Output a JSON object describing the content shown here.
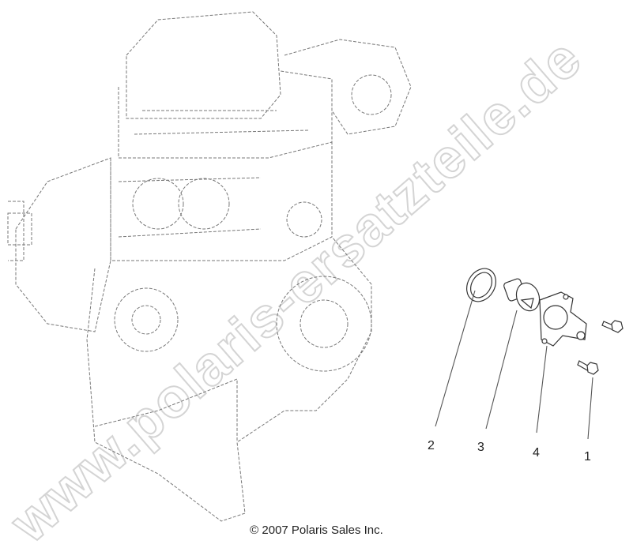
{
  "watermark": "www.polaris-ersatzteile.de",
  "copyright": "© 2007 Polaris Sales Inc.",
  "callouts": [
    {
      "label": "2",
      "part": "seal-ring"
    },
    {
      "label": "3",
      "part": "thermostat"
    },
    {
      "label": "4",
      "part": "thermostat-housing"
    },
    {
      "label": "1",
      "part": "bolt"
    }
  ]
}
